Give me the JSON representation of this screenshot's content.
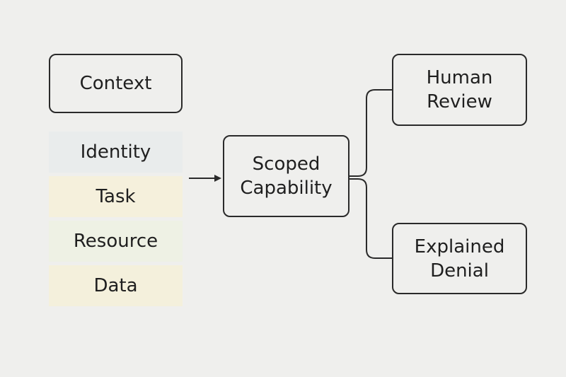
{
  "nodes": {
    "context": "Context",
    "identity": "Identity",
    "task": "Task",
    "resource": "Resource",
    "data": "Data",
    "scoped_capability": "Scoped\nCapability",
    "human_review": "Human\nReview",
    "explained_denial": "Explained\nDenial"
  },
  "colors": {
    "background": "#efefed",
    "identity_band": "#e9ecec",
    "task_band": "#f5f0dc",
    "resource_band": "#eef1e4",
    "data_band": "#f4f0dc",
    "stroke": "#2a2a2a"
  }
}
